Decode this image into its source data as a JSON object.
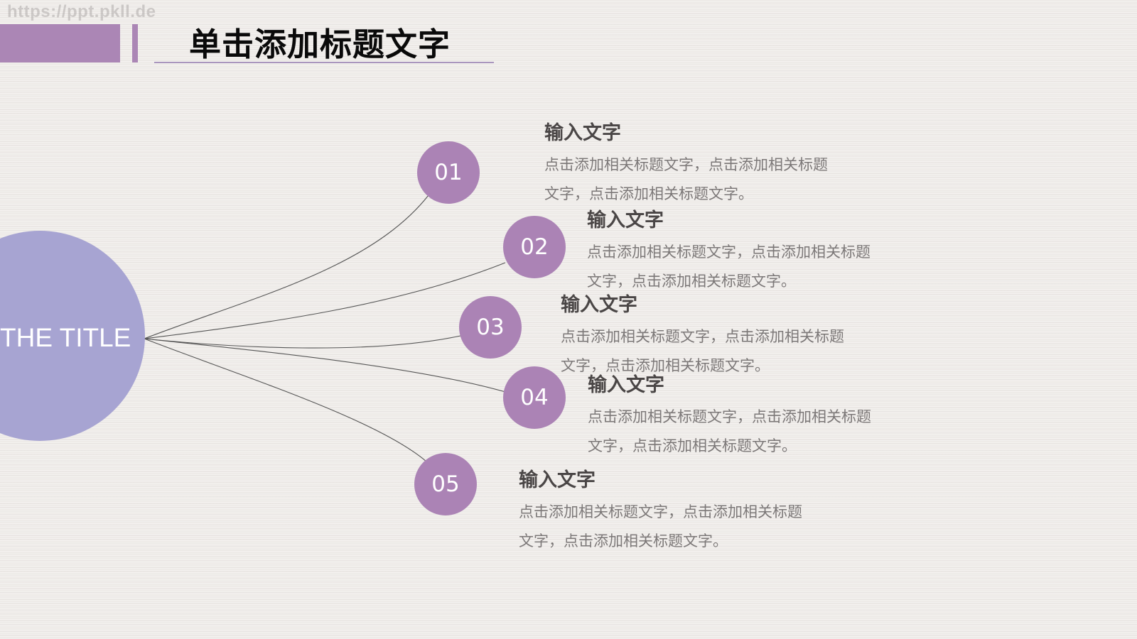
{
  "watermark": "https://ppt.pkll.de",
  "header": {
    "title": "单击添加标题文字",
    "accent_color": "#ab86b5",
    "underline_color": "#a995bd"
  },
  "center": {
    "label": "THE TITLE",
    "color": "#a7a4d2"
  },
  "node_color": "#ab83b5",
  "connector_color": "#555555",
  "items": [
    {
      "number": "01",
      "heading": "输入文字",
      "body_line1": "点击添加相关标题文字，点击添加相关标题",
      "body_line2": "文字，点击添加相关标题文字。"
    },
    {
      "number": "02",
      "heading": "输入文字",
      "body_line1": "点击添加相关标题文字，点击添加相关标题",
      "body_line2": "文字，点击添加相关标题文字。"
    },
    {
      "number": "03",
      "heading": "输入文字",
      "body_line1": "点击添加相关标题文字，点击添加相关标题",
      "body_line2": "文字，点击添加相关标题文字。"
    },
    {
      "number": "04",
      "heading": "输入文字",
      "body_line1": "点击添加相关标题文字，点击添加相关标题",
      "body_line2": "文字，点击添加相关标题文字。"
    },
    {
      "number": "05",
      "heading": "输入文字",
      "body_line1": "点击添加相关标题文字，点击添加相关标题",
      "body_line2": "文字，点击添加相关标题文字。"
    }
  ]
}
